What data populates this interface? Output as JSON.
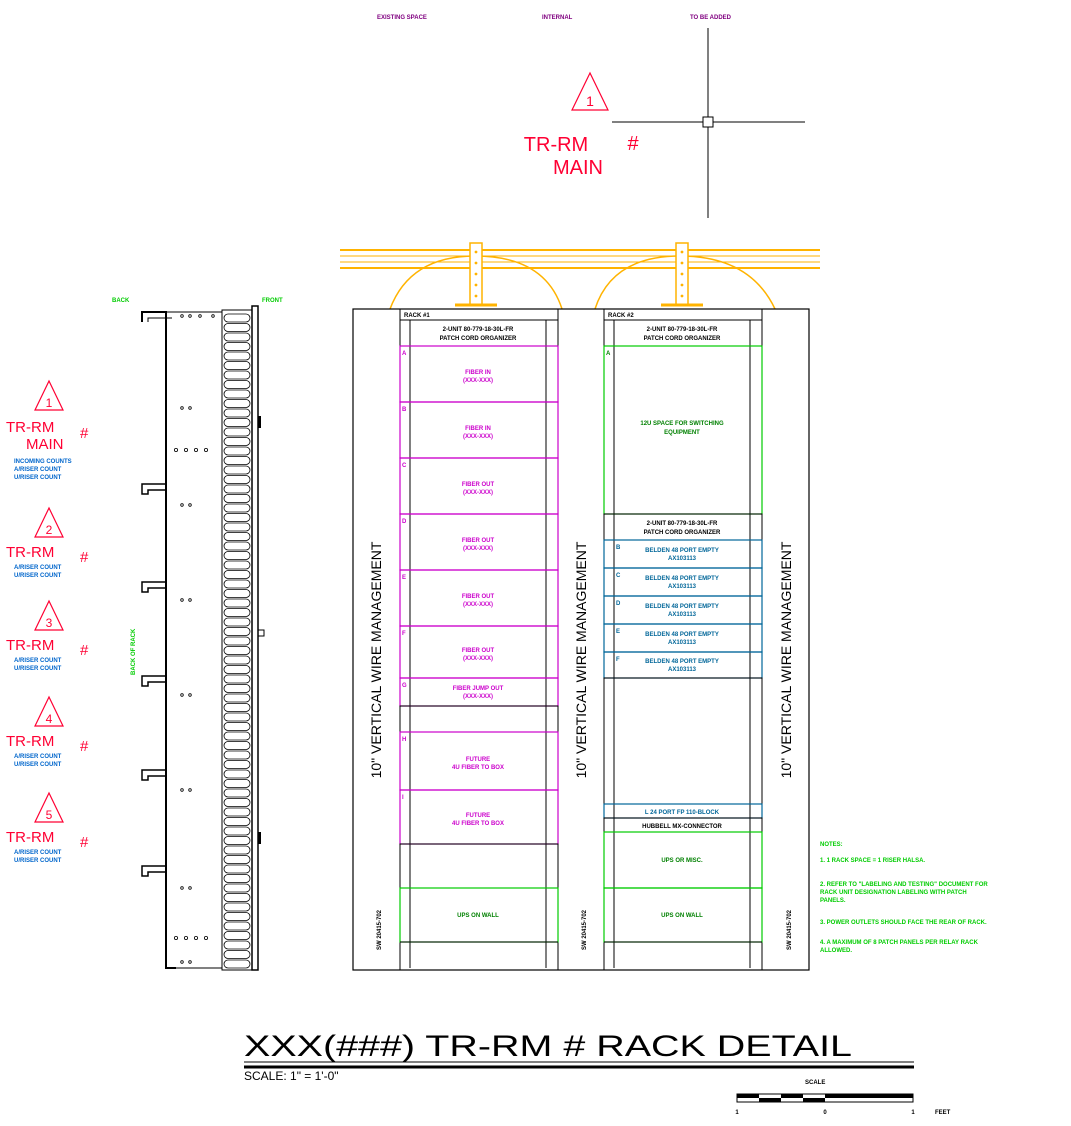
{
  "colors": {
    "magenta": "#800080",
    "red": "#ff0033",
    "blue": "#0066cc",
    "green": "#00cc00",
    "dark_green": "#008000",
    "orange": "#ffb300",
    "purple_rack": "#cc00cc",
    "teal": "#006699",
    "black": "#000000"
  },
  "header_legend": {
    "text1": "EXISTING SPACE",
    "text2": "INTERNAL",
    "text3": "TO BE ADDED"
  },
  "top_callout": {
    "num": "1",
    "line1": "TR-RM",
    "hash": "#",
    "line2": "MAIN"
  },
  "side_view": {
    "back_label": "BACK",
    "front_label": "FRONT",
    "back_of_rack_label": "BACK OF RACK"
  },
  "left_callouts": [
    {
      "num": "1",
      "title": "TR-RM",
      "hash": "#",
      "subtitle": "MAIN",
      "lines": [
        "INCOMING COUNTS",
        "A/RISER COUNT",
        "U/RISER COUNT"
      ]
    },
    {
      "num": "2",
      "title": "TR-RM",
      "hash": "#",
      "subtitle": "",
      "lines": [
        "A/RISER COUNT",
        "U/RISER COUNT"
      ]
    },
    {
      "num": "3",
      "title": "TR-RM",
      "hash": "#",
      "subtitle": "",
      "lines": [
        "A/RISER COUNT",
        "U/RISER COUNT"
      ]
    },
    {
      "num": "4",
      "title": "TR-RM",
      "hash": "#",
      "subtitle": "",
      "lines": [
        "A/RISER COUNT",
        "U/RISER COUNT"
      ]
    },
    {
      "num": "5",
      "title": "TR-RM",
      "hash": "#",
      "subtitle": "",
      "lines": [
        "A/RISER COUNT",
        "U/RISER COUNT"
      ]
    }
  ],
  "vertical_label": "10\" VERTICAL WIRE MANAGEMENT",
  "part_number": "SW 20415-702",
  "rack1": {
    "label": "RACK #1",
    "organizer": [
      "2-UNIT 80-779-18-30L-FR",
      "PATCH CORD ORGANIZER"
    ],
    "slots": [
      {
        "letter": "A",
        "lines": [
          "FIBER IN",
          "(XXX-XXX)"
        ]
      },
      {
        "letter": "B",
        "lines": [
          "FIBER IN",
          "(XXX-XXX)"
        ]
      },
      {
        "letter": "C",
        "lines": [
          "FIBER OUT",
          "(XXX-XXX)"
        ]
      },
      {
        "letter": "D",
        "lines": [
          "FIBER OUT",
          "(XXX-XXX)"
        ]
      },
      {
        "letter": "E",
        "lines": [
          "FIBER OUT",
          "(XXX-XXX)"
        ]
      },
      {
        "letter": "F",
        "lines": [
          "FIBER OUT",
          "(XXX-XXX)"
        ]
      },
      {
        "letter": "G",
        "lines": [
          "FIBER JUMP OUT",
          "(XXX-XXX)"
        ]
      },
      {
        "letter": "H",
        "lines": [
          "FUTURE",
          "4U FIBER TO BOX"
        ]
      },
      {
        "letter": "I",
        "lines": [
          "FUTURE",
          "4U FIBER TO BOX"
        ]
      }
    ],
    "ups": "UPS ON WALL"
  },
  "rack2": {
    "label": "RACK #2",
    "organizer": [
      "2-UNIT 80-779-18-30L-FR",
      "PATCH CORD ORGANIZER"
    ],
    "top_space": {
      "letter": "A",
      "lines": [
        "12U SPACE FOR SWITCHING",
        "EQUIPMENT"
      ]
    },
    "organizer2": [
      "2-UNIT 80-779-18-30L-FR",
      "PATCH CORD ORGANIZER"
    ],
    "panels": [
      {
        "letter": "B",
        "lines": [
          "BELDEN 48 PORT EMPTY",
          "AX103113"
        ]
      },
      {
        "letter": "C",
        "lines": [
          "BELDEN 48 PORT EMPTY",
          "AX103113"
        ]
      },
      {
        "letter": "D",
        "lines": [
          "BELDEN 48 PORT EMPTY",
          "AX103113"
        ]
      },
      {
        "letter": "E",
        "lines": [
          "BELDEN 48 PORT EMPTY",
          "AX103113"
        ]
      },
      {
        "letter": "F",
        "lines": [
          "BELDEN 48 PORT EMPTY",
          "AX103113"
        ]
      }
    ],
    "small1": "L  24 PORT FP 110-BLOCK",
    "small2": "HUBBELL MX-CONNECTOR",
    "misc": "UPS OR MISC.",
    "ups": "UPS ON WALL"
  },
  "notes": {
    "title": "NOTES:",
    "items": [
      [
        "1. 1 RACK SPACE = 1 RISER HALSA."
      ],
      [
        "2. REFER TO \"LABELING AND TESTING\" DOCUMENT FOR",
        "   RACK UNIT DESIGNATION LABELING WITH PATCH",
        "   PANELS."
      ],
      [
        "3. POWER OUTLETS SHOULD FACE THE REAR OF RACK."
      ],
      [
        "4. A MAXIMUM OF 8 PATCH PANELS PER RELAY RACK",
        "   ALLOWED."
      ]
    ]
  },
  "title_block": {
    "title": "XXX(###) TR-RM # RACK DETAIL",
    "scale_text": "SCALE: 1\" = 1'-0\"",
    "bar_label": "SCALE",
    "ticks": [
      "1",
      "0",
      "1"
    ],
    "units": "FEET"
  }
}
